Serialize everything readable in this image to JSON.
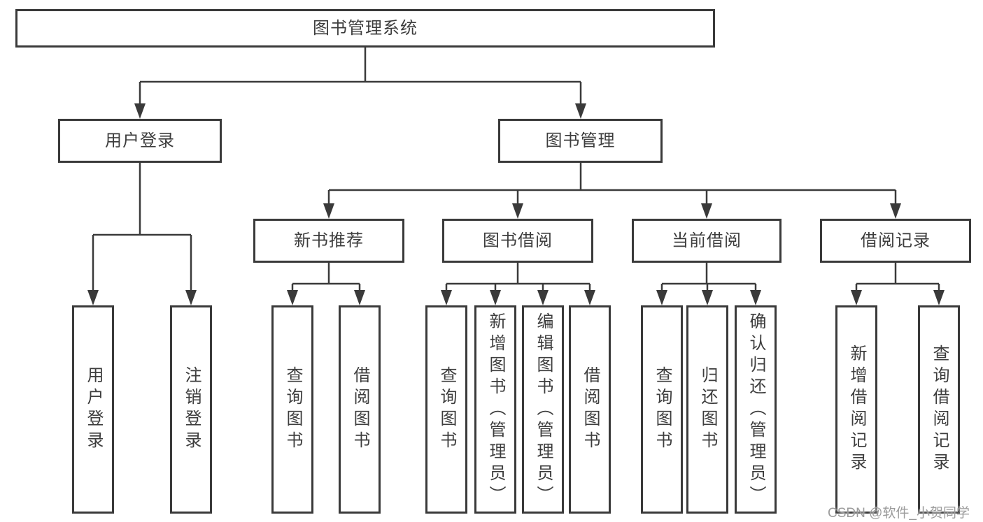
{
  "diagram": {
    "root_label": "图书管理系统",
    "level2": [
      {
        "label": "用户登录",
        "leaves": [
          "用户登录",
          "注销登录"
        ]
      },
      {
        "label": "图书管理",
        "level3": [
          {
            "label": "新书推荐",
            "leaves": [
              "查询图书",
              "借阅图书"
            ]
          },
          {
            "label": "图书借阅",
            "leaves": [
              "查询图书",
              "新增图书（管理员）",
              "编辑图书（管理员）",
              "借阅图书"
            ]
          },
          {
            "label": "当前借阅",
            "leaves": [
              "查询图书",
              "归还图书",
              "确认归还（管理员）"
            ]
          },
          {
            "label": "借阅记录",
            "leaves": [
              "新增借阅记录",
              "查询借阅记录"
            ]
          }
        ]
      }
    ]
  },
  "watermark": "CSDN @软件_小贺同学",
  "colors": {
    "line": "#3a3a3a",
    "text": "#3d3d3d",
    "box_bg": "#ffffff",
    "watermark": "#9b9b9b"
  }
}
